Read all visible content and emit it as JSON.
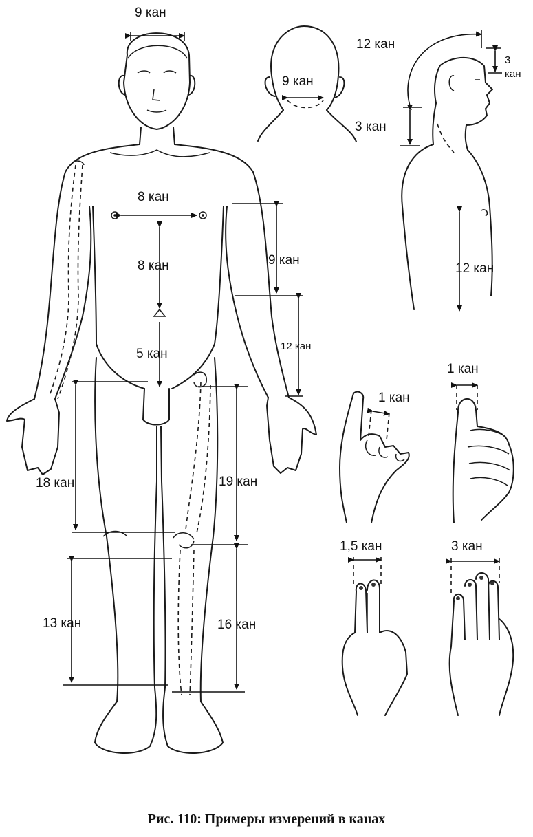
{
  "labels": {
    "head_width": "9 кан",
    "nape_width": "9 кан",
    "head_arc": "12 кан",
    "forehead_hair": "3",
    "forehead_hair_unit": "кан",
    "neck_hair": "3 кан",
    "nipples": "8 кан",
    "chest_navel": "8 кан",
    "navel_pubis": "5 кан",
    "arm_upper": "9 кан",
    "arm_lower": "12 кан",
    "torso_side": "12 кан",
    "thigh_inner": "18 кан",
    "thigh_outer": "19 кан",
    "shin_inner": "13 кан",
    "shin_outer": "16 кан",
    "finger_bend": "1 кан",
    "thumb": "1 кан",
    "two_fingers": "1,5 кан",
    "four_fingers": "3 кан"
  },
  "caption": "Рис. 110: Примеры измерений в канах"
}
